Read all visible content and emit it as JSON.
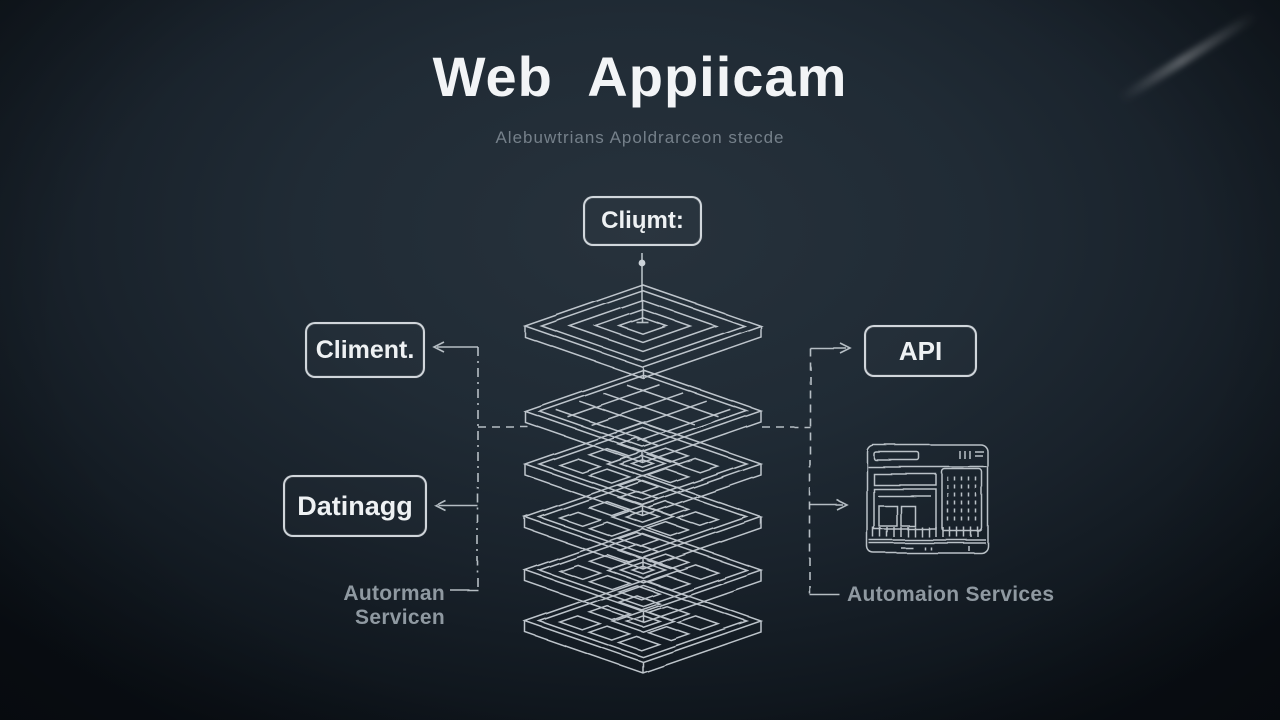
{
  "colors": {
    "background_center": "#27323c",
    "background_edge": "#0a0f15",
    "line": "#ccd3d9",
    "title_text": "#f2f4f6",
    "subtitle_text": "#75808a",
    "caption_text": "#8f99a1",
    "box_text": "#eef1f3"
  },
  "header": {
    "title": "Web Appiicam",
    "subtitle": "Alebuwtrians Apoldrarceon stecde"
  },
  "diagram": {
    "top_node": {
      "label": "Cliųmt:"
    },
    "left_nodes": [
      {
        "label": "Climent."
      },
      {
        "label": "Datinagg"
      }
    ],
    "left_caption": "Autorman Servicen",
    "right_node": {
      "label": "API"
    },
    "right_caption": "Automaion Services",
    "icons": {
      "center": "layer-stack-icon",
      "right": "browser-window-icon"
    }
  }
}
